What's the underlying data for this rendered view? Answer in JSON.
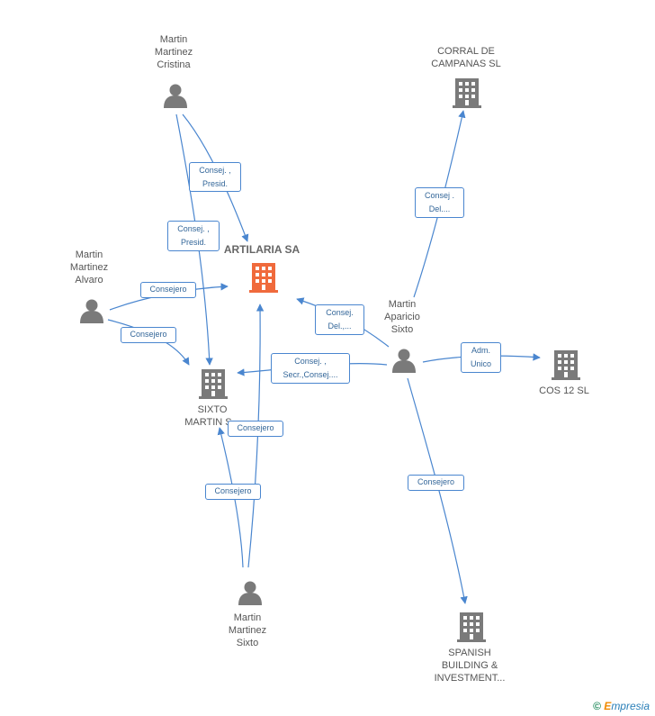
{
  "colors": {
    "edge": "#4a86cf",
    "person": "#7a7a7a",
    "company": "#7a7a7a",
    "main_company": "#f06a3c"
  },
  "nodes": {
    "artilaria": {
      "label": "ARTILARIA SA",
      "icon": "building-icon"
    },
    "cristina": {
      "label": "Martin\nMartinez\nCristina",
      "icon": "person-icon"
    },
    "alvaro": {
      "label": "Martin\nMartinez\nAlvaro",
      "icon": "person-icon"
    },
    "sixto_person": {
      "label": "Martin\nMartinez\nSixto",
      "icon": "person-icon"
    },
    "aparicio": {
      "label": "Martin\nAparicio\nSixto",
      "icon": "person-icon"
    },
    "corral": {
      "label": "CORRAL DE\nCAMPANAS SL",
      "icon": "building-icon"
    },
    "sixto_sl": {
      "label": "SIXTO\nMARTIN S...",
      "icon": "building-icon"
    },
    "cos12": {
      "label": "COS 12  SL",
      "icon": "building-icon"
    },
    "spanish": {
      "label": "SPANISH\nBUILDING &\nINVESTMENT...",
      "icon": "building-icon"
    }
  },
  "edges": {
    "cristina_artilaria": "Consej. ,\nPresid.",
    "cristina_sixto": "Consej. ,\nPresid.",
    "alvaro_artilaria": "Consejero",
    "alvaro_sixto": "Consejero",
    "aparicio_corral": "Consej .\nDel....",
    "aparicio_artilaria": "Consej.\nDel.,...",
    "aparicio_sixto": "Consej. ,\nSecr.,Consej....",
    "aparicio_cos12": "Adm.\nUnico",
    "aparicio_spanish": "Consejero",
    "sixtoperson_artilaria": "Consejero",
    "sixtoperson_sixto": "Consejero"
  },
  "footer": {
    "copyright": "©",
    "brand_first": "E",
    "brand_rest": "mpresia"
  }
}
